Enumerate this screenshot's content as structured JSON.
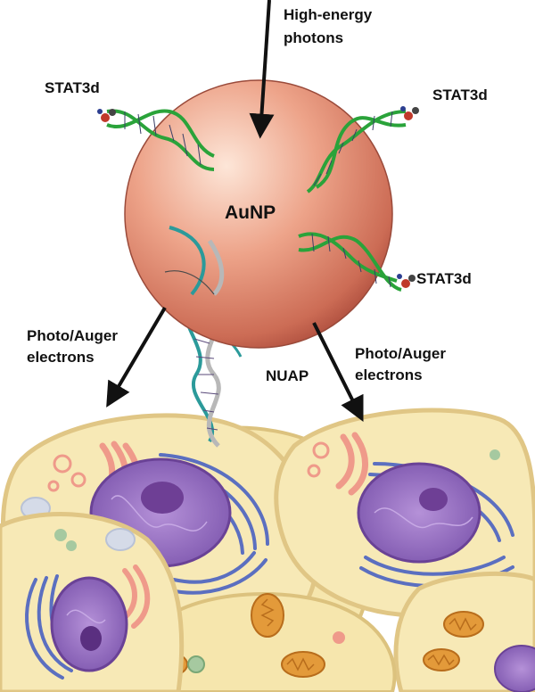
{
  "labels": {
    "photons_line1": "High-energy",
    "photons_line2": "photons",
    "aunp": "AuNP",
    "stat3d_left": "STAT3d",
    "stat3d_right_top": "STAT3d",
    "stat3d_right_bottom": "STAT3d",
    "electrons_left_line1": "Photo/Auger",
    "electrons_left_line2": "electrons",
    "electrons_right_line1": "Photo/Auger",
    "electrons_right_line2": "electrons",
    "nuap": "NUAP"
  },
  "colors": {
    "sphere_light": "#fbe0d2",
    "sphere_mid": "#e79a80",
    "sphere_dark": "#b4533f",
    "dna_green": "#2aa33a",
    "dna_dark": "#3a3f66",
    "aptamer_teal": "#2b9a9a",
    "aptamer_gray": "#b8b8b8",
    "cell_fill": "#f7e9b6",
    "cell_border": "#e2c98a",
    "nucleus_fill": "#8a64b8",
    "nucleolus_fill": "#6e3f95",
    "er_blue": "#5b6fc0",
    "golgi_pink": "#ef9a8a",
    "mito_orange": "#e39a3a",
    "arrow": "#111111"
  }
}
